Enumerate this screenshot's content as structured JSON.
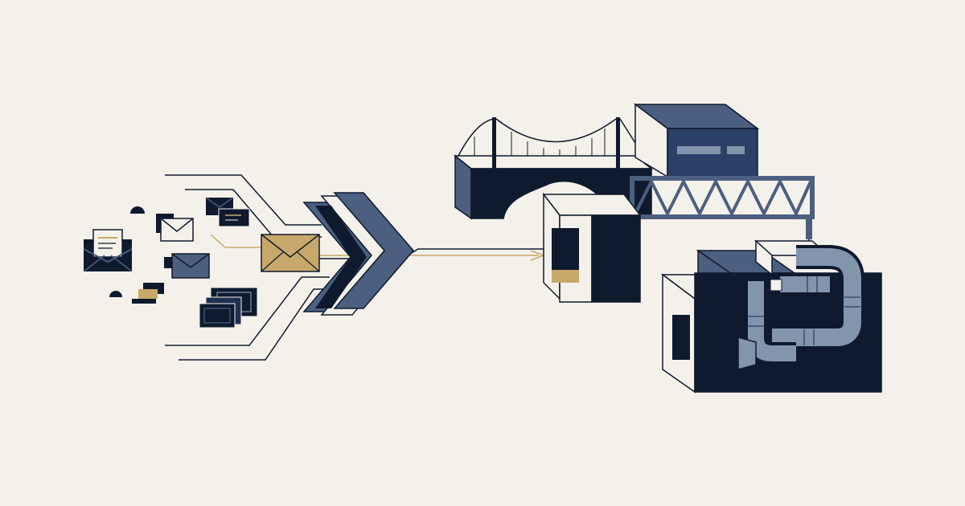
{
  "palette": {
    "background": "#f4f1ea",
    "navy": "#0f1a2e",
    "slate": "#4c5f80",
    "slate_light": "#8394ad",
    "gold": "#c8a86a",
    "paper": "#f4f1ea",
    "line": "#0f1a2e"
  },
  "illustration": {
    "left_cluster": [
      "open-envelope-icon",
      "envelope-icon",
      "document-icon",
      "window-icon",
      "chat-bubble-icon"
    ],
    "funnel": "chevron-funnel",
    "center_item": "envelope-icon",
    "right_cluster": [
      "suspension-bridge",
      "warehouse-building",
      "truss-bridge",
      "entry-block",
      "factory-building",
      "pipe-system"
    ]
  }
}
